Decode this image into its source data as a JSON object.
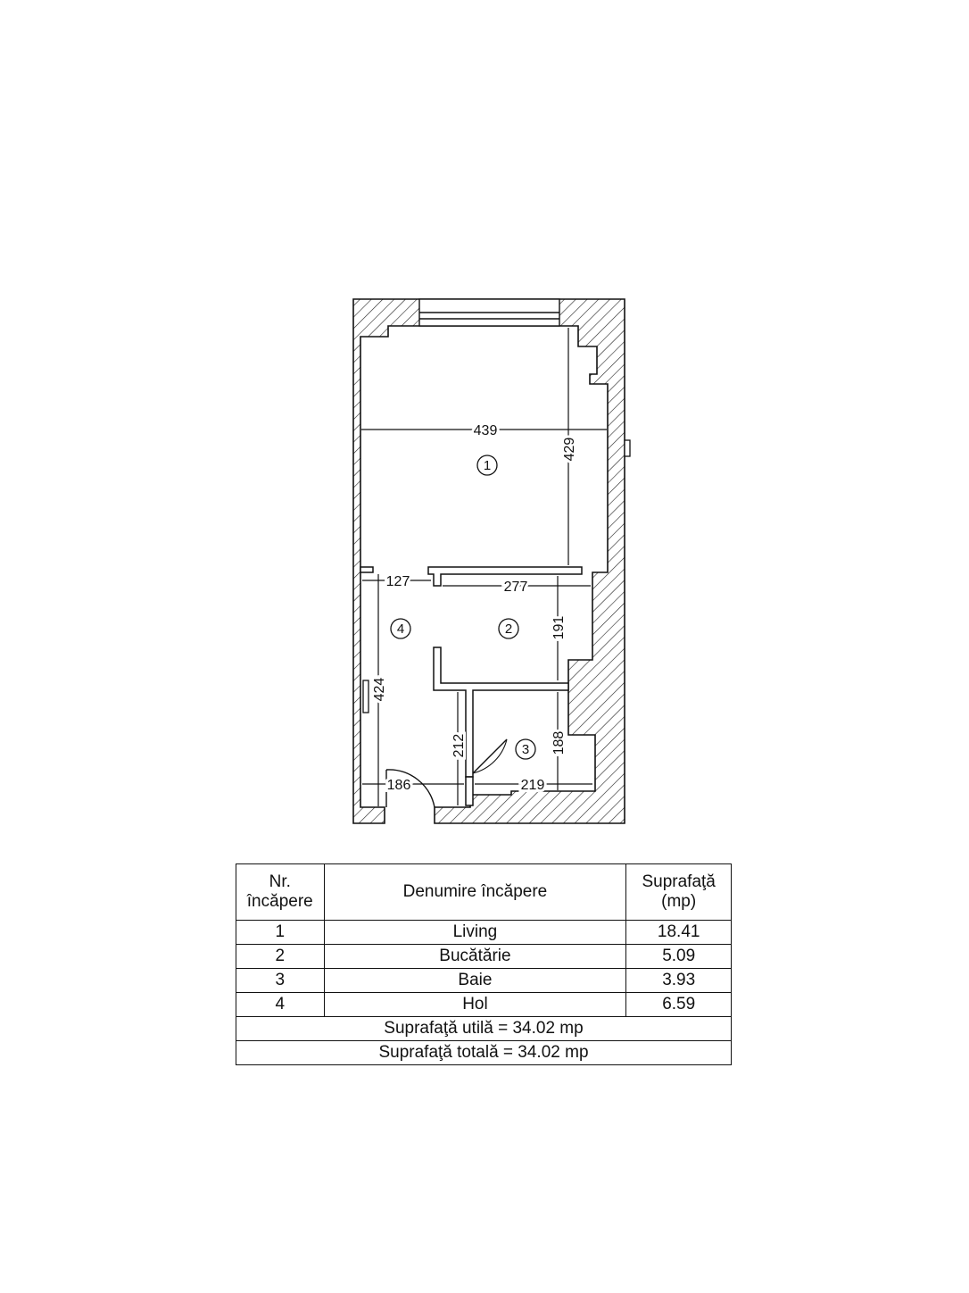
{
  "plan": {
    "dimensions": {
      "living_width": "439",
      "living_depth": "429",
      "hol_top": "127",
      "kitchen_width": "277",
      "kitchen_depth": "191",
      "hol_depth": "424",
      "bath_depth_left": "212",
      "bath_depth_right": "188",
      "hol_bottom": "186",
      "bath_width": "219"
    },
    "room_numbers": {
      "living": "1",
      "kitchen": "2",
      "bath": "3",
      "hol": "4"
    }
  },
  "table": {
    "headers": {
      "nr_line1": "Nr.",
      "nr_line2": "încăpere",
      "name": "Denumire încăpere",
      "area_line1": "Suprafaţă",
      "area_line2": "(mp)"
    },
    "rows": [
      {
        "nr": "1",
        "name": "Living",
        "area": "18.41"
      },
      {
        "nr": "2",
        "name": "Bucătărie",
        "area": "5.09"
      },
      {
        "nr": "3",
        "name": "Baie",
        "area": "3.93"
      },
      {
        "nr": "4",
        "name": "Hol",
        "area": "6.59"
      }
    ],
    "util_total": "Suprafaţă utilă = 34.02 mp",
    "grand_total": "Suprafaţă totală = 34.02 mp"
  }
}
